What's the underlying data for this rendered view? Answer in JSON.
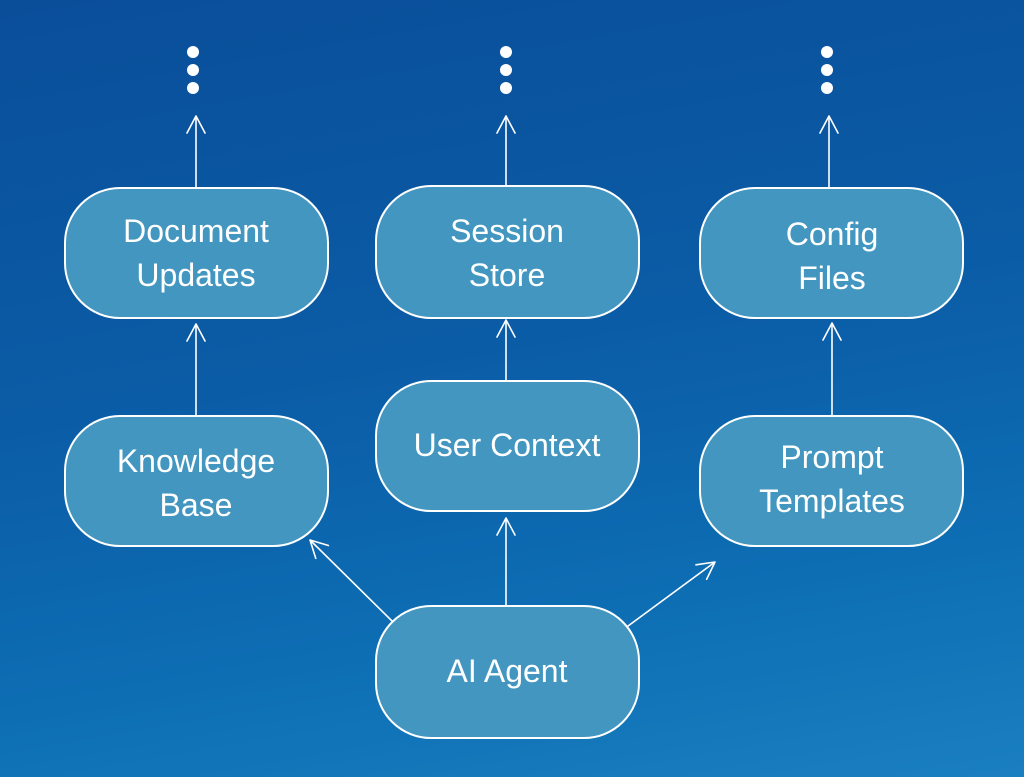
{
  "diagram": {
    "nodes": [
      {
        "id": "document-updates",
        "lines": [
          "Document",
          "Updates"
        ]
      },
      {
        "id": "session-store",
        "lines": [
          "Session",
          "Store"
        ]
      },
      {
        "id": "config-files",
        "lines": [
          "Config",
          "Files"
        ]
      },
      {
        "id": "knowledge-base",
        "lines": [
          "Knowledge",
          "Base"
        ]
      },
      {
        "id": "user-context",
        "lines": [
          "User Context"
        ]
      },
      {
        "id": "prompt-templates",
        "lines": [
          "Prompt",
          "Templates"
        ]
      },
      {
        "id": "ai-agent",
        "lines": [
          "AI Agent"
        ]
      }
    ],
    "edges": [
      {
        "from": "ai-agent",
        "to": "knowledge-base"
      },
      {
        "from": "ai-agent",
        "to": "user-context"
      },
      {
        "from": "ai-agent",
        "to": "prompt-templates"
      },
      {
        "from": "knowledge-base",
        "to": "document-updates"
      },
      {
        "from": "user-context",
        "to": "session-store"
      },
      {
        "from": "prompt-templates",
        "to": "config-files"
      },
      {
        "from": "document-updates",
        "to": "continuation-1"
      },
      {
        "from": "session-store",
        "to": "continuation-2"
      },
      {
        "from": "config-files",
        "to": "continuation-3"
      }
    ],
    "colors": {
      "node_fill": "#4396c0",
      "stroke": "#ffffff",
      "background": "#0b5ca6"
    }
  }
}
